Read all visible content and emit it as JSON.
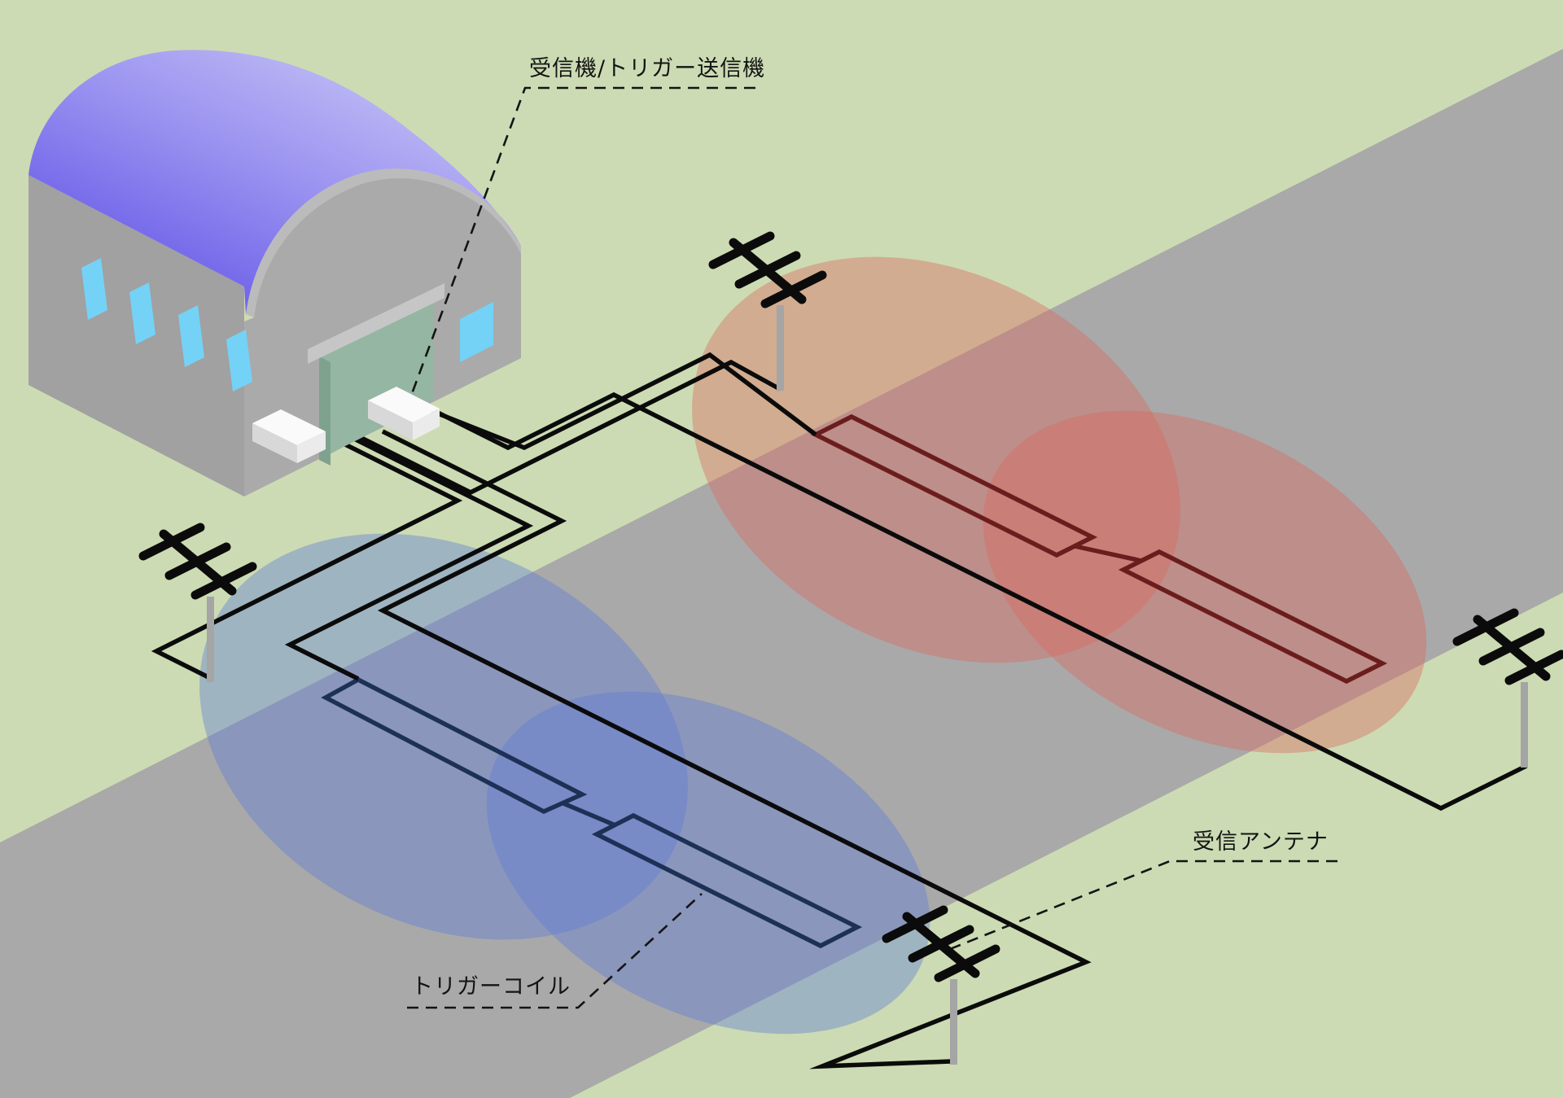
{
  "diagram": {
    "type": "isometric-technical-illustration",
    "subject": "vehicle-trigger-coil-and-receiver-antenna-system",
    "labels": {
      "receiver_transmitter": "受信機/トリガー送信機",
      "receiving_antenna": "受信アンテナ",
      "trigger_coil": "トリガーコイル"
    },
    "components": [
      "quonset-hut-building",
      "receiver-trigger-transmitter-boxes",
      "feed-wires",
      "top-yagi-antenna",
      "left-yagi-antenna",
      "bottom-yagi-antenna",
      "right-yagi-antenna",
      "red-trigger-coil-figure-eight",
      "blue-trigger-coil-figure-eight",
      "red-detection-zone",
      "blue-detection-zone",
      "road"
    ],
    "colors": {
      "grass": "#ccdbb3",
      "road": "#a9a9a9",
      "roof_dark": "#5b4ae6",
      "roof_light": "#c9c5f6",
      "wall_left": "#a1a1a1",
      "wall_front": "#aaaaaa",
      "roof_rim": "#bbbbbb",
      "window_blue": "#74d2f7",
      "door_interior": "#94b6a3",
      "device_box": "#fafafa",
      "wire": "#0b0b0b",
      "red_zone": "rgba(221,103,92,0.40)",
      "blue_zone": "rgba(92,122,214,0.40)",
      "red_coil": "#6b1d1d",
      "blue_coil": "#1d3055",
      "antenna_pole": "#a5a5a5",
      "label_text": "#141414"
    }
  }
}
